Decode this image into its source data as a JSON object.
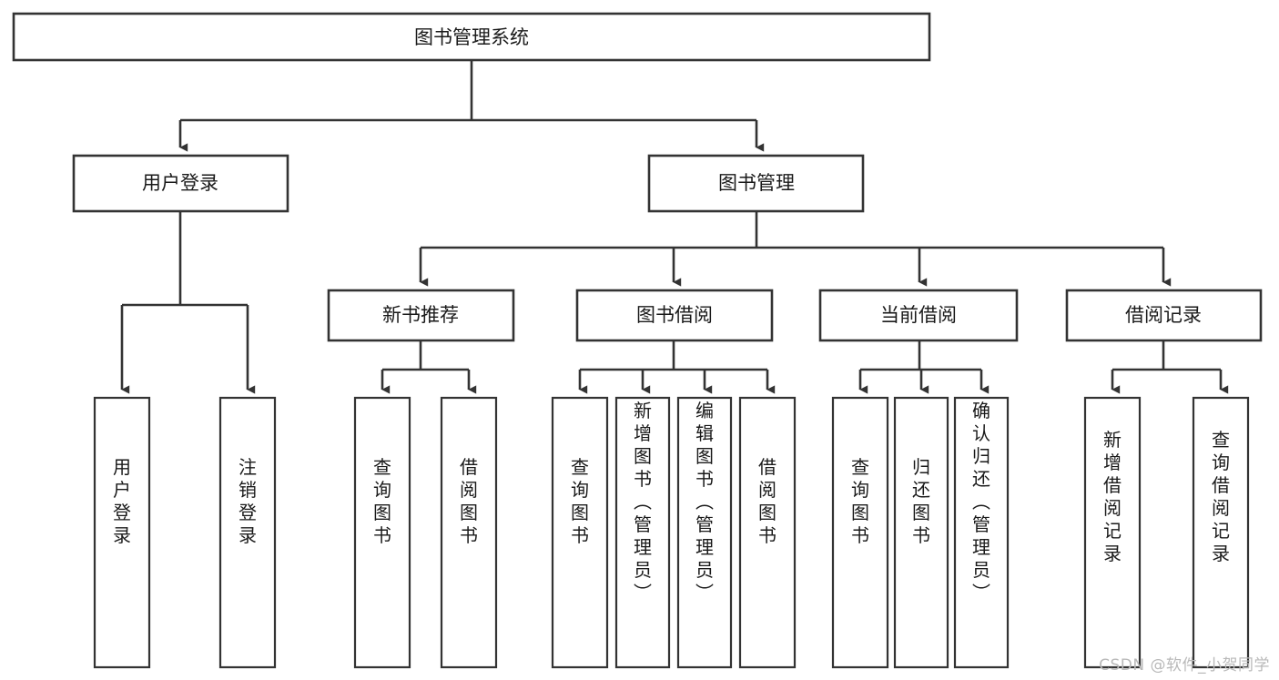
{
  "diagram": {
    "title": "图书管理系统",
    "type": "tree-hierarchy-chart",
    "root": {
      "id": "root",
      "label": "图书管理系统",
      "level": 0
    },
    "level2": [
      {
        "id": "user-login",
        "label": "用户登录"
      },
      {
        "id": "book-manage",
        "label": "图书管理"
      }
    ],
    "level3": [
      {
        "id": "new-book-rec",
        "label": "新书推荐",
        "parent": "book-manage"
      },
      {
        "id": "book-borrow",
        "label": "图书借阅",
        "parent": "book-manage"
      },
      {
        "id": "current-borrow",
        "label": "当前借阅",
        "parent": "book-manage"
      },
      {
        "id": "borrow-record",
        "label": "借阅记录",
        "parent": "book-manage"
      }
    ],
    "leaves": [
      {
        "id": "leaf-user-login",
        "label": "用户登录",
        "parent": "user-login"
      },
      {
        "id": "leaf-logout",
        "label": "注销登录",
        "parent": "user-login"
      },
      {
        "id": "leaf-query-book-1",
        "label": "查询图书",
        "parent": "new-book-rec"
      },
      {
        "id": "leaf-borrow-book-1",
        "label": "借阅图书",
        "parent": "new-book-rec"
      },
      {
        "id": "leaf-query-book-2",
        "label": "查询图书",
        "parent": "book-borrow"
      },
      {
        "id": "leaf-add-book",
        "label": "新增图书（管理员）",
        "parent": "book-borrow"
      },
      {
        "id": "leaf-edit-book",
        "label": "编辑图书（管理员）",
        "parent": "book-borrow"
      },
      {
        "id": "leaf-borrow-book-2",
        "label": "借阅图书",
        "parent": "book-borrow"
      },
      {
        "id": "leaf-query-book-3",
        "label": "查询图书",
        "parent": "current-borrow"
      },
      {
        "id": "leaf-return-book",
        "label": "归还图书",
        "parent": "current-borrow"
      },
      {
        "id": "leaf-confirm-return",
        "label": "确认归还（管理员）",
        "parent": "current-borrow"
      },
      {
        "id": "leaf-add-record",
        "label": "新增借阅记录",
        "parent": "borrow-record"
      },
      {
        "id": "leaf-query-record",
        "label": "查询借阅记录",
        "parent": "borrow-record"
      }
    ],
    "colors": {
      "stroke": "#333333",
      "fill": "#ffffff",
      "text": "#1a1a1a",
      "watermark": "#b9b9b9"
    }
  },
  "watermark": {
    "text": "CSDN @软件_小贺同学"
  }
}
